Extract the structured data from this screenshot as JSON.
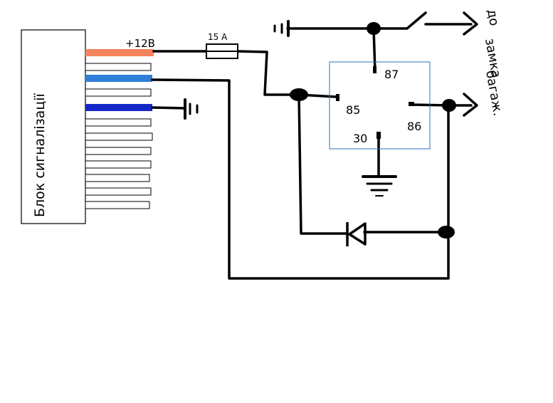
{
  "alarm_unit": {
    "label": "Блок сигналізації",
    "wire_colors": {
      "power": "#f4845c",
      "trigger": "#2f7fd8",
      "ground": "#1628c8"
    }
  },
  "labels": {
    "voltage": "+12В",
    "fuse": "15 А"
  },
  "relay": {
    "pin_87": "87",
    "pin_85": "85",
    "pin_86": "86",
    "pin_30": "30",
    "border_color": "#2f6fbf"
  },
  "destination": {
    "line1": "до",
    "line2": "замка",
    "line3": "багаж."
  }
}
